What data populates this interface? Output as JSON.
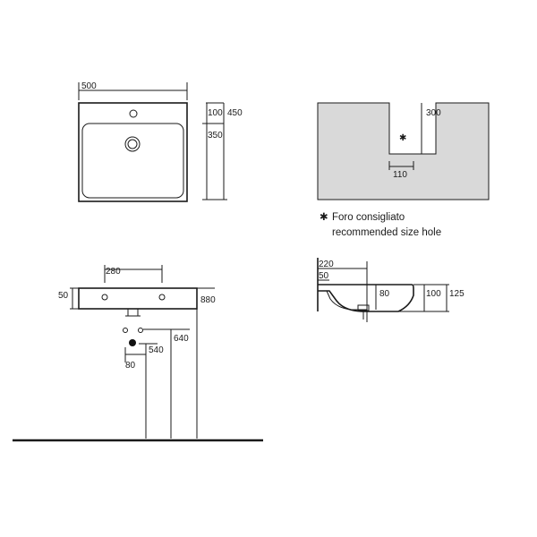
{
  "top_view": {
    "width_label": "500",
    "depth_top_label": "100",
    "depth_total_label": "450",
    "depth_bowl_label": "350"
  },
  "wall_cutout": {
    "height_label": "300",
    "width_label": "110",
    "asterisk": "✱",
    "fill_color": "#d9d9d9"
  },
  "note": {
    "symbol": "✱",
    "line1": "Foro consigliato",
    "line2": "recommended size hole"
  },
  "front_view": {
    "hole_spacing_label": "280",
    "thickness_label": "50",
    "top_height_label": "880",
    "waste_height_label": "640",
    "supply_height_label": "540",
    "supply_offset_label": "80"
  },
  "side_view": {
    "projection_label": "220",
    "offset_label": "50",
    "bowl_depth_label": "80",
    "inner_height_label": "100",
    "total_height_label": "125"
  }
}
